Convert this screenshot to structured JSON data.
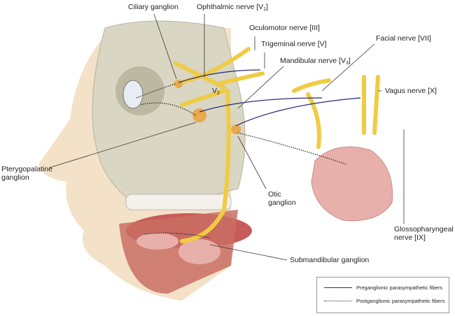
{
  "labels": {
    "ciliary_ganglion": "Ciliary ganglion",
    "ophthalmic_nerve": {
      "prefix": "Ophthalmic nerve [V",
      "sub": "1",
      "suffix": "]"
    },
    "oculomotor_nerve": "Oculomotor nerve [III]",
    "trigeminal_nerve": "Trigeminal nerve [V]",
    "mandibular_nerve": {
      "prefix": "Mandibular nerve [V",
      "sub": "3",
      "suffix": "]"
    },
    "facial_nerve": "Facial nerve [VII]",
    "vagus_nerve": "Vagus nerve [X]",
    "maxillary_nerve": {
      "prefix": "V",
      "sub": "2"
    },
    "pterygopalatine_ganglion": [
      "Pterygopalatine",
      "ganglion"
    ],
    "otic_ganglion": [
      "Otic",
      "ganglion"
    ],
    "glossopharyngeal_nerve": [
      "Glossopharyngeal",
      "nerve [IX]"
    ],
    "submandibular_ganglion": "Submandibular ganglion"
  },
  "legend": {
    "preganglionic": "Preganglionic parasympathetic fibers",
    "postganglionic": "Postganglionic parasympathetic fibers"
  },
  "colors": {
    "nerve": "#f0cc45",
    "skull": "#d9d6c4",
    "skin": "#f3e1c8",
    "gland": "#e8b0aa",
    "pre_fiber": "#2a2a7a"
  }
}
